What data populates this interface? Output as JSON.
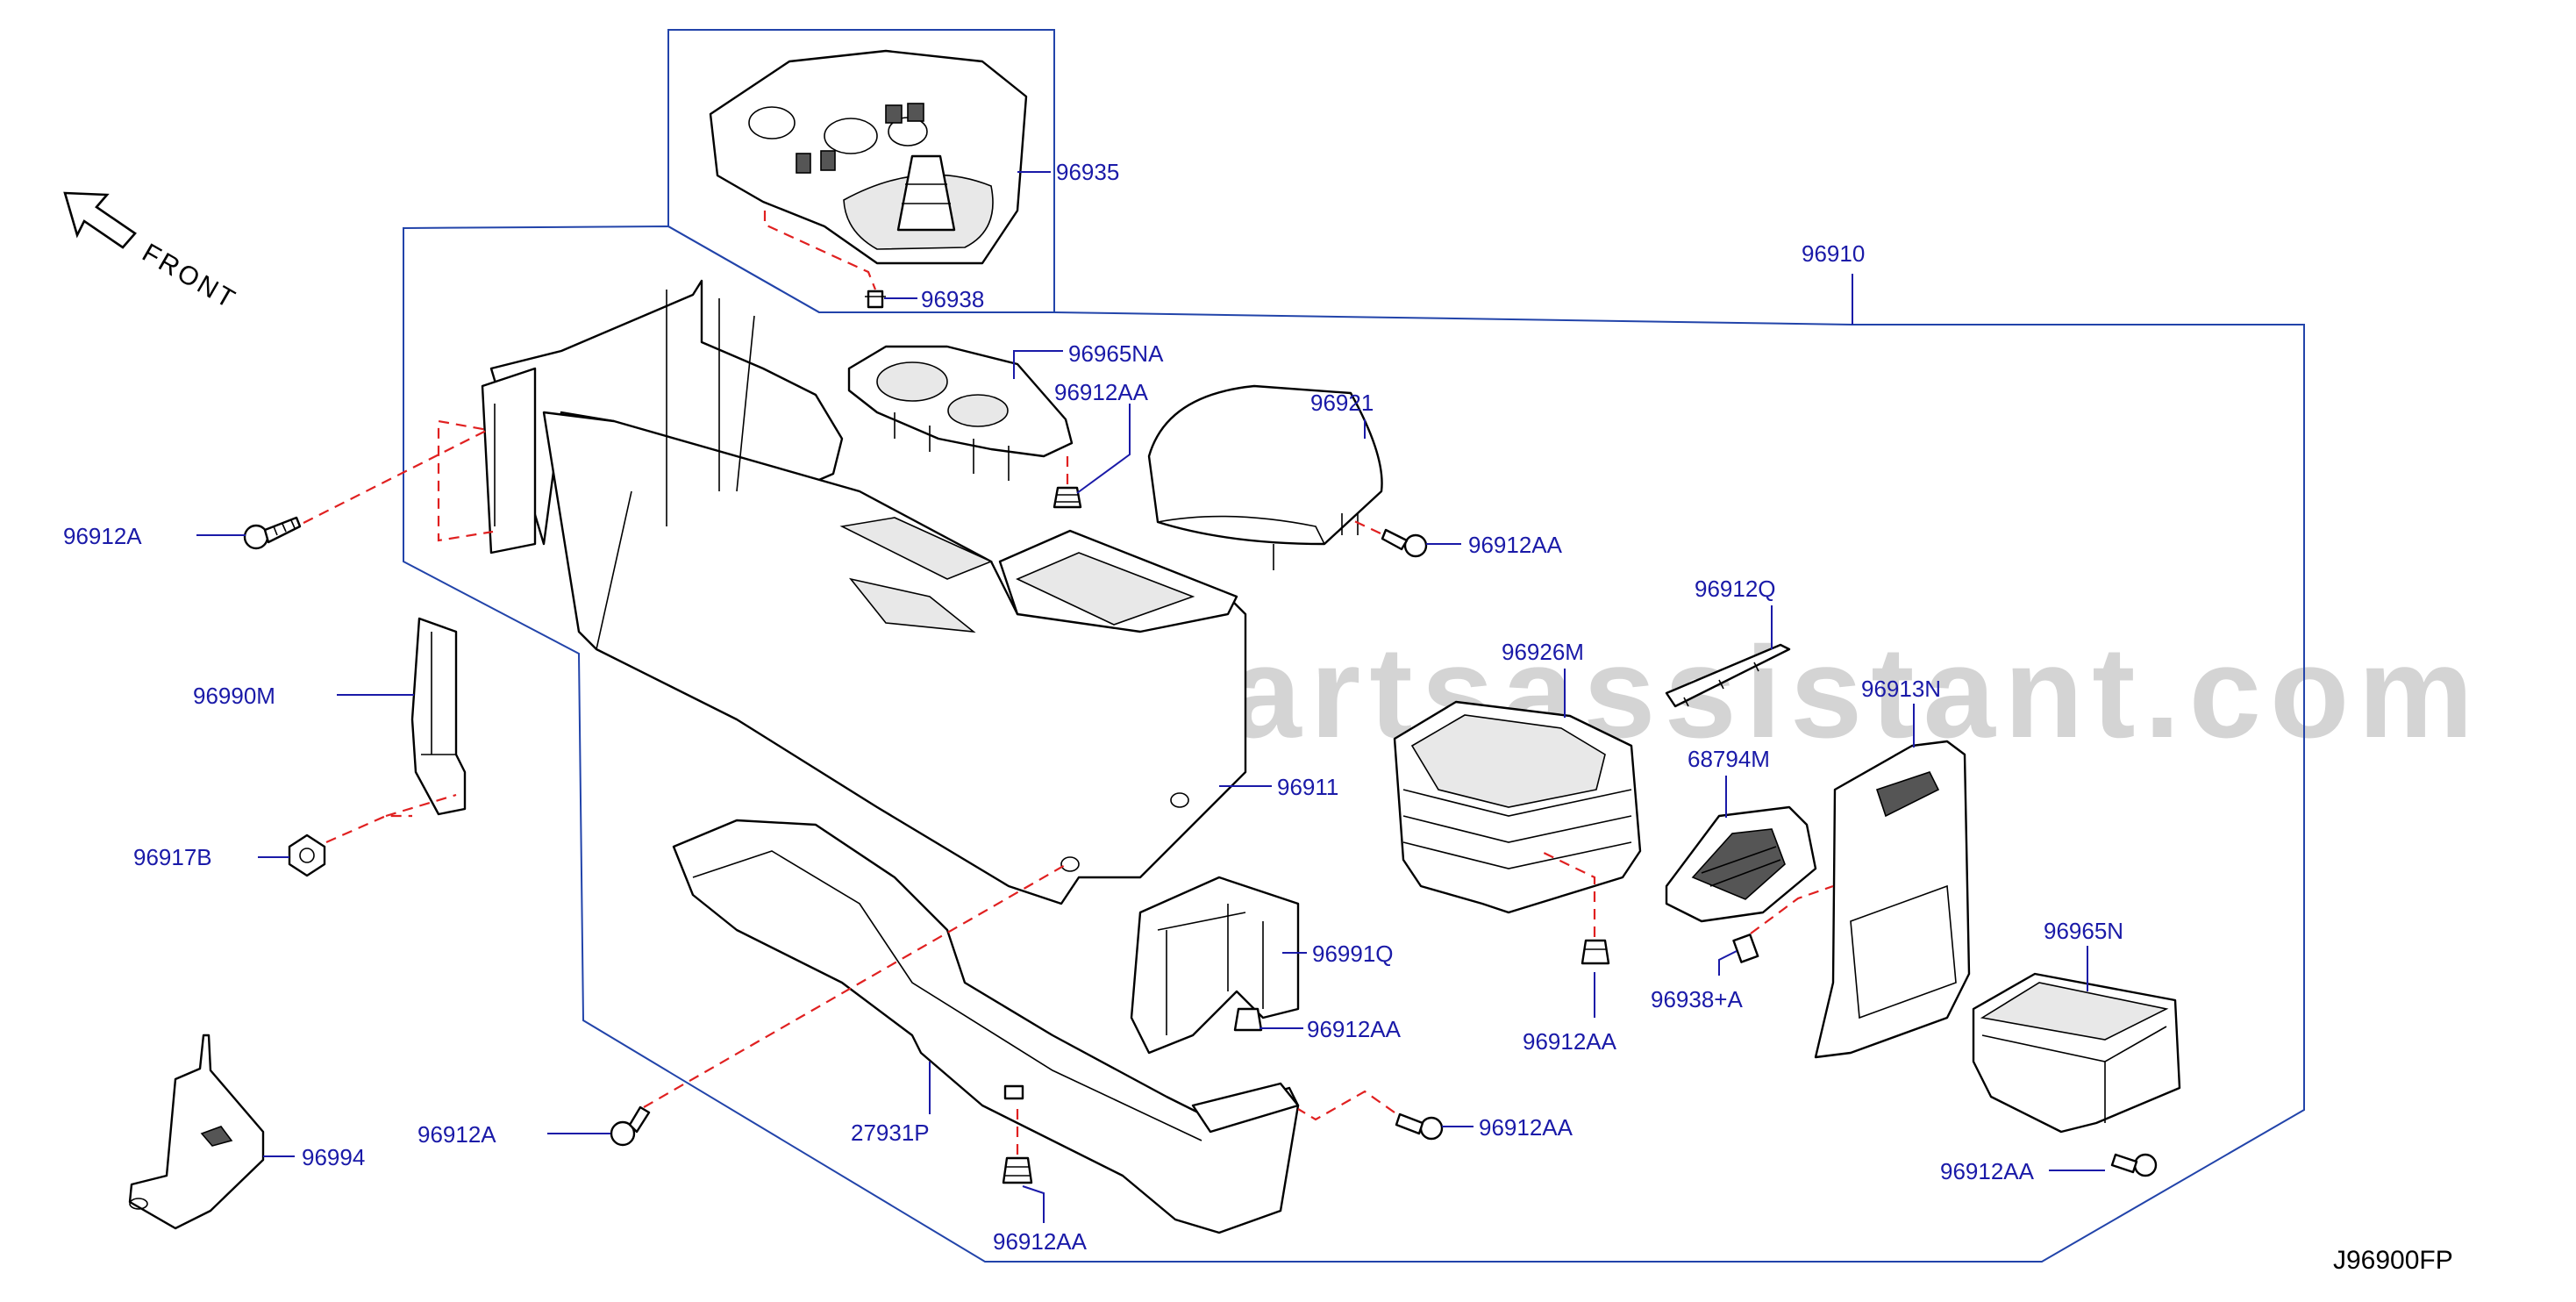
{
  "watermark": "www.partsassistant.com",
  "diagram_code": "J96900FP",
  "orientation_label": "FRONT",
  "callouts": {
    "c96935": "96935",
    "c96938": "96938",
    "c96910": "96910",
    "c96965NA": "96965NA",
    "c96912AA_a": "96912AA",
    "c96921": "96921",
    "c96912AA_b": "96912AA",
    "c96912A_a": "96912A",
    "c96990M": "96990M",
    "c96917B": "96917B",
    "c96911": "96911",
    "c96912Q": "96912Q",
    "c96926M": "96926M",
    "c96913N": "96913N",
    "c68794M": "68794M",
    "c96991Q": "96991Q",
    "c96912AA_c": "96912AA",
    "c96912AA_d": "96912AA",
    "c96938A": "96938+A",
    "c96965N": "96965N",
    "c96912A_b": "96912A",
    "c27931P": "27931P",
    "c96912AA_e": "96912AA",
    "c96994": "96994",
    "c96912AA_f": "96912AA",
    "c96912AA_g": "96912AA"
  }
}
